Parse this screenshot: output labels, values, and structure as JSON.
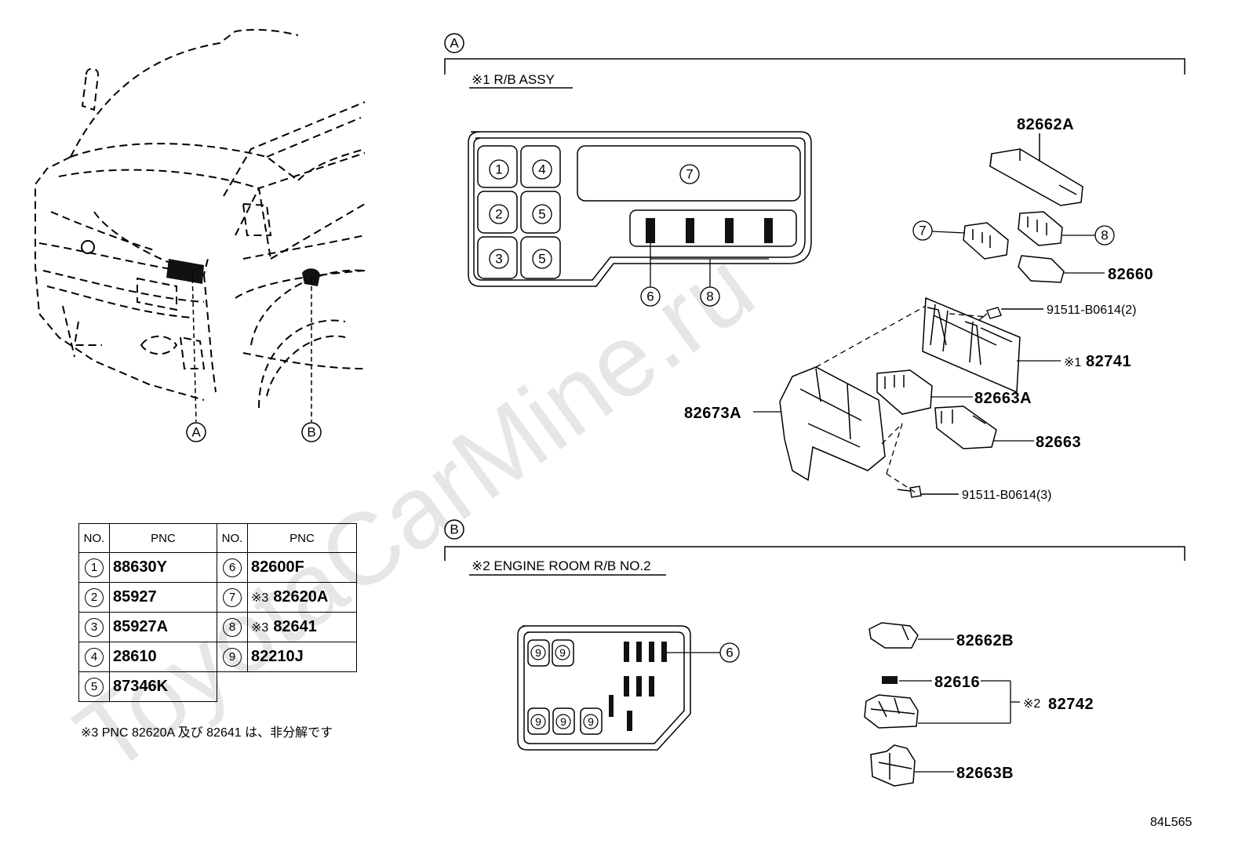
{
  "watermark": "ToyotaCarMine.ru",
  "callouts": {
    "A": "A",
    "B": "B"
  },
  "section_a": {
    "label": "A",
    "title": "※1 R/B ASSY",
    "panel_numbers": [
      "1",
      "4",
      "2",
      "5",
      "3",
      "5",
      "7",
      "6",
      "8"
    ],
    "parts": {
      "p82662A": "82662A",
      "p82660": "82660",
      "bolt1": "91511-B0614(2)",
      "p82741_mark": "※1",
      "p82741": "82741",
      "p82663A": "82663A",
      "p82663": "82663",
      "p82673A": "82673A",
      "bolt2": "91511-B0614(3)",
      "ref7": "7",
      "ref8": "8"
    }
  },
  "section_b": {
    "label": "B",
    "title": "※2 ENGINE ROOM R/B NO.2",
    "panel_numbers": [
      "9",
      "9",
      "9",
      "9",
      "9"
    ],
    "ref6": "6",
    "parts": {
      "p82662B": "82662B",
      "p82616": "82616",
      "p82742_mark": "※2",
      "p82742": "82742",
      "p82663B": "82663B"
    }
  },
  "table": {
    "headers": [
      "NO.",
      "PNC",
      "NO.",
      "PNC"
    ],
    "rows": [
      {
        "no1": "1",
        "pnc1": "88630Y",
        "no2": "6",
        "mark2": "",
        "pnc2": "82600F"
      },
      {
        "no1": "2",
        "pnc1": "85927",
        "no2": "7",
        "mark2": "※3",
        "pnc2": "82620A"
      },
      {
        "no1": "3",
        "pnc1": "85927A",
        "no2": "8",
        "mark2": "※3",
        "pnc2": "82641"
      },
      {
        "no1": "4",
        "pnc1": "28610",
        "no2": "9",
        "mark2": "",
        "pnc2": "82210J"
      },
      {
        "no1": "5",
        "pnc1": "87346K",
        "no2": "",
        "mark2": "",
        "pnc2": ""
      }
    ]
  },
  "footnote": "※3 PNC 82620A 及び 82641 は、非分解です",
  "diagram_code": "84L565"
}
